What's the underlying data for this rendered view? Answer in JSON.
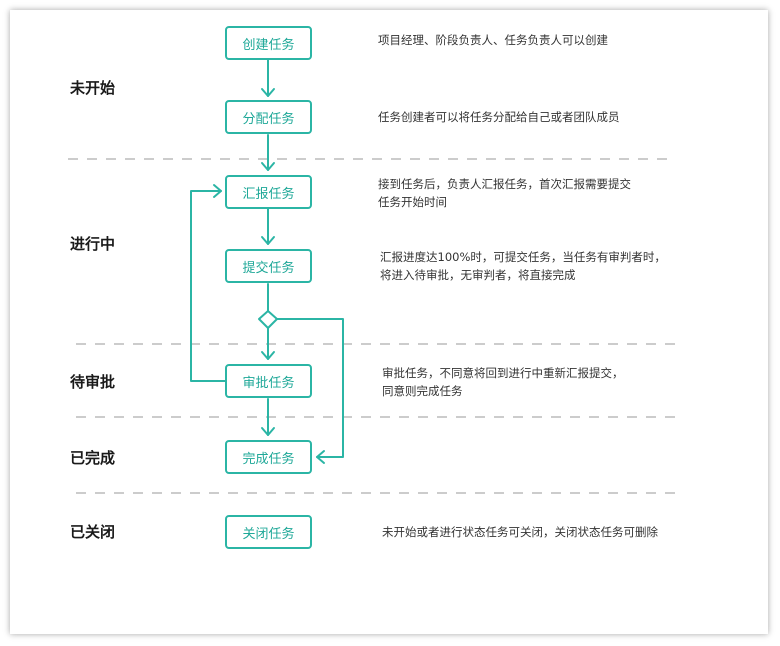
{
  "colors": {
    "accent": "#2bb5a5",
    "divider": "#9a9a9a"
  },
  "stages": {
    "not_started": "未开始",
    "in_progress": "进行中",
    "pending_review": "待审批",
    "completed": "已完成",
    "closed": "已关闭"
  },
  "nodes": {
    "create": "创建任务",
    "assign": "分配任务",
    "report": "汇报任务",
    "submit": "提交任务",
    "review": "审批任务",
    "complete": "完成任务",
    "close": "关闭任务"
  },
  "notes": {
    "create": "项目经理、阶段负责人、任务负责人可以创建",
    "assign": "任务创建者可以将任务分配给自己或者团队成员",
    "report_line1": "接到任务后，负责人汇报任务，首次汇报需要提交",
    "report_line2": "任务开始时间",
    "submit_line1": "汇报进度达100%时，可提交任务，当任务有审判者时，",
    "submit_line2": "将进入待审批，无审判者，将直接完成",
    "review_line1": "审批任务，不同意将回到进行中重新汇报提交，",
    "review_line2": "同意则完成任务",
    "close": "未开始或者进行状态任务可关闭，关闭状态任务可删除"
  }
}
